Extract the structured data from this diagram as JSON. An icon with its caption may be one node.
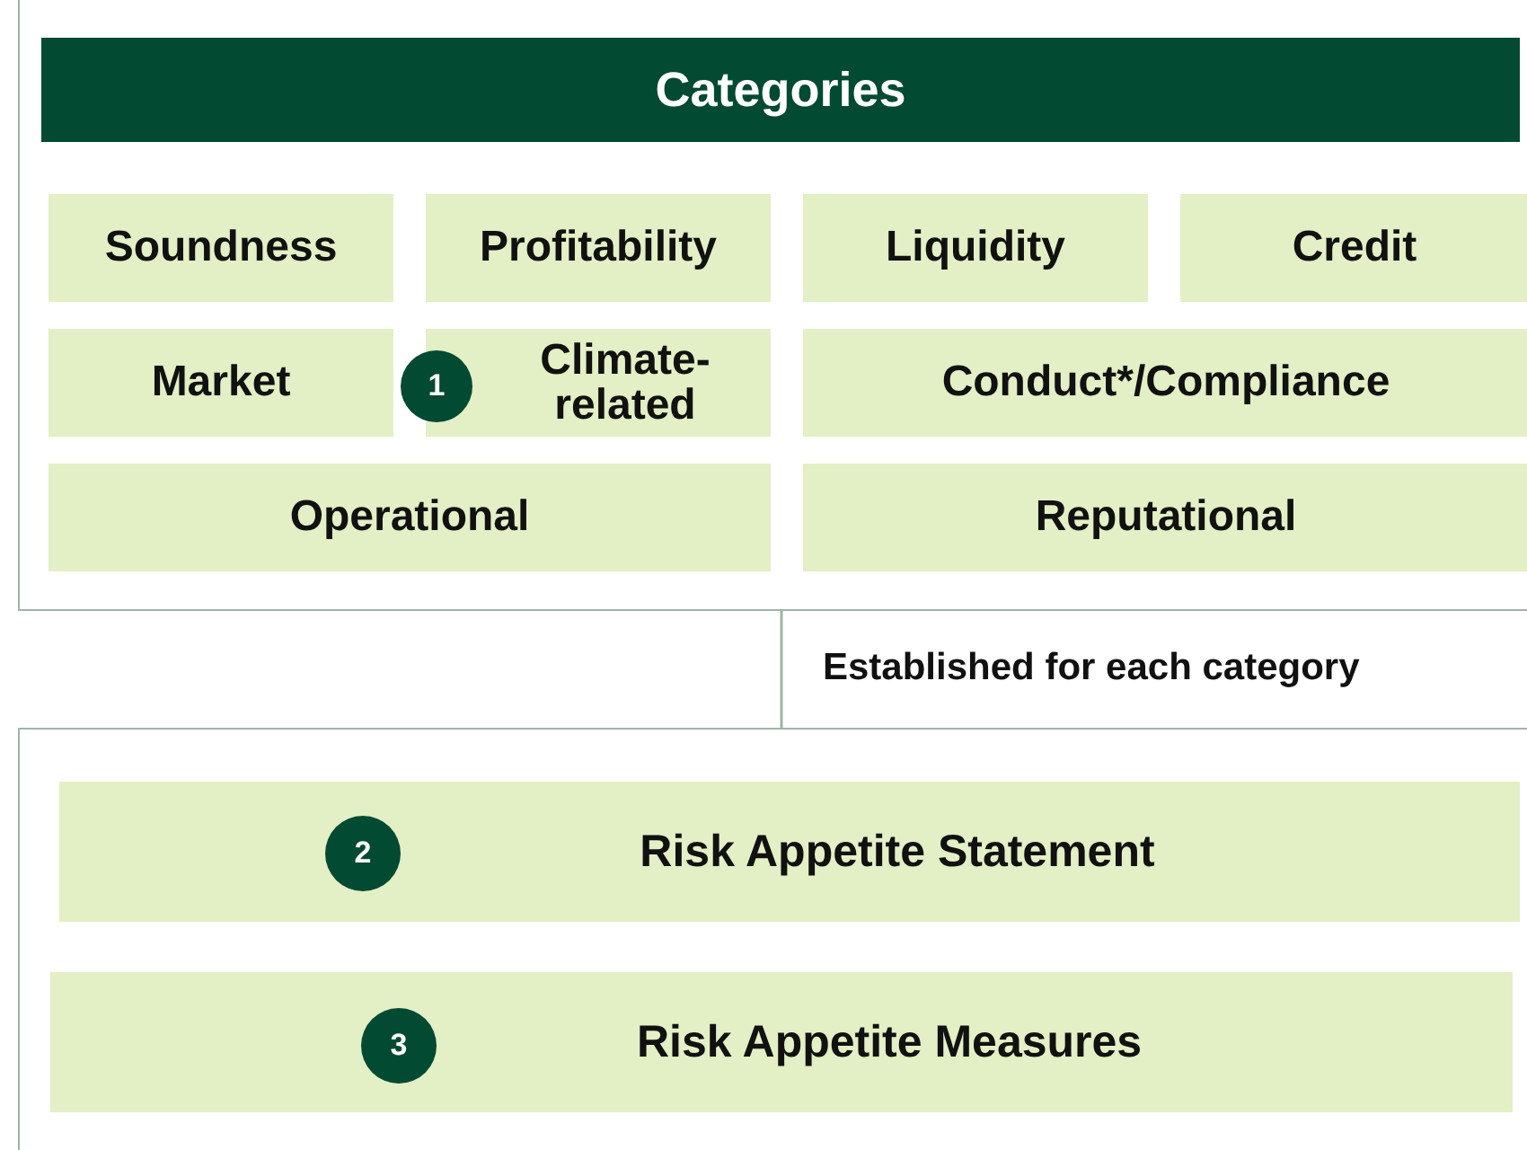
{
  "diagram": {
    "nodes": [
      {
        "text": [],
        "shape": "box"
      },
      {
        "text": [
          "Categories"
        ],
        "in": 0
      },
      {
        "text": [
          "Soundness"
        ],
        "in": 0
      },
      {
        "text": [
          "Profitability"
        ],
        "in": 0
      },
      {
        "text": [
          "Liquidity"
        ],
        "in": 0
      },
      {
        "text": [
          "Credit"
        ],
        "in": 0
      },
      {
        "text": [
          "Market"
        ],
        "in": 0
      },
      {
        "text": [
          "1"
        ],
        "in": 0
      },
      {
        "text": [
          "Climate- related"
        ],
        "in": 0
      },
      {
        "text": [
          "Conduct*/Compliance"
        ],
        "in": 0
      },
      {
        "text": [
          "Operational"
        ],
        "in": 0
      },
      {
        "text": [
          "Reputational"
        ],
        "in": 0
      },
      {
        "text": [],
        "shape": "box"
      },
      {
        "text": [
          "Risk Appetite Statement"
        ],
        "in": 12
      },
      {
        "text": [
          "2"
        ],
        "in": 13
      },
      {
        "text": [
          "Risk Appetite Measures"
        ],
        "in": 12
      },
      {
        "text": [
          "3"
        ],
        "in": 15
      }
    ],
    "edges": [
      {
        "from": 0,
        "to": 12,
        "arrow": "none",
        "label": "Established for each category"
      }
    ]
  }
}
